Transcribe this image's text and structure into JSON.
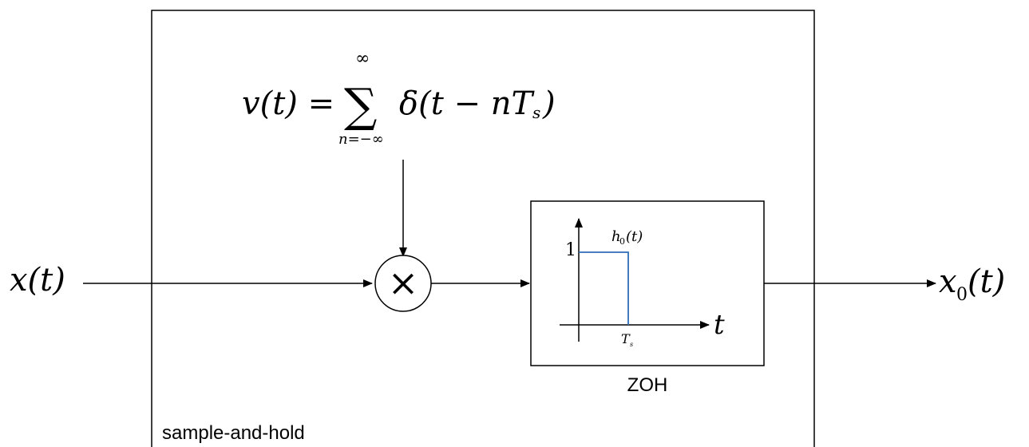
{
  "signals": {
    "input": "x(t)",
    "output_base": "x",
    "output_sub": "0",
    "output_arg": "(t)"
  },
  "impulse_train": {
    "lhs": "v(t) =",
    "sum_symbol": "∑",
    "upper_limit": "∞",
    "lower_limit": "n=−∞",
    "term_main": "δ(t − nT",
    "term_sub": "s",
    "term_close": ")"
  },
  "multiplier": {
    "symbol": "×"
  },
  "zoh": {
    "label": "ZOH",
    "y_tick": "1",
    "curve_base": "h",
    "curve_sub": "0",
    "curve_arg": "(t)",
    "x_axis": "t",
    "x_tick_base": "T",
    "x_tick_sub": "s"
  },
  "system": {
    "label": "sample-and-hold"
  },
  "colors": {
    "pulse": "#2f6db8",
    "stroke": "#000000"
  }
}
